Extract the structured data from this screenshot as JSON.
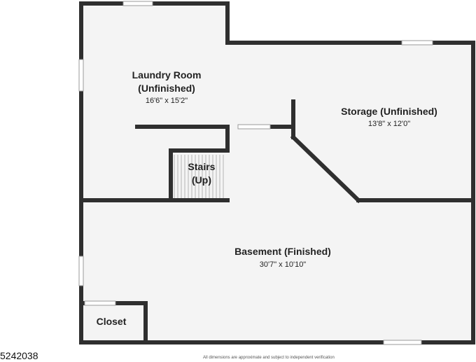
{
  "listing_id": "5242038",
  "disclaimer": "All dimensions are approximate and subject to independent verification",
  "rooms": [
    {
      "label_line1": "Laundry Room",
      "label_line2": "(Unfinished)",
      "dimensions": "16'6\" x 15'2\""
    },
    {
      "label_line1": "Storage (Unfinished)",
      "dimensions": "13'8\" x 12'0\""
    },
    {
      "label_line1": "Stairs",
      "label_line2": "(Up)"
    },
    {
      "label_line1": "Basement (Finished)",
      "dimensions": "30'7\" x 10'10\""
    },
    {
      "label_line1": "Closet"
    }
  ],
  "colors": {
    "wall": "#2f2f2f",
    "floor": "#f4f4f4",
    "window": "#ffffff",
    "background": "#ffffff"
  }
}
